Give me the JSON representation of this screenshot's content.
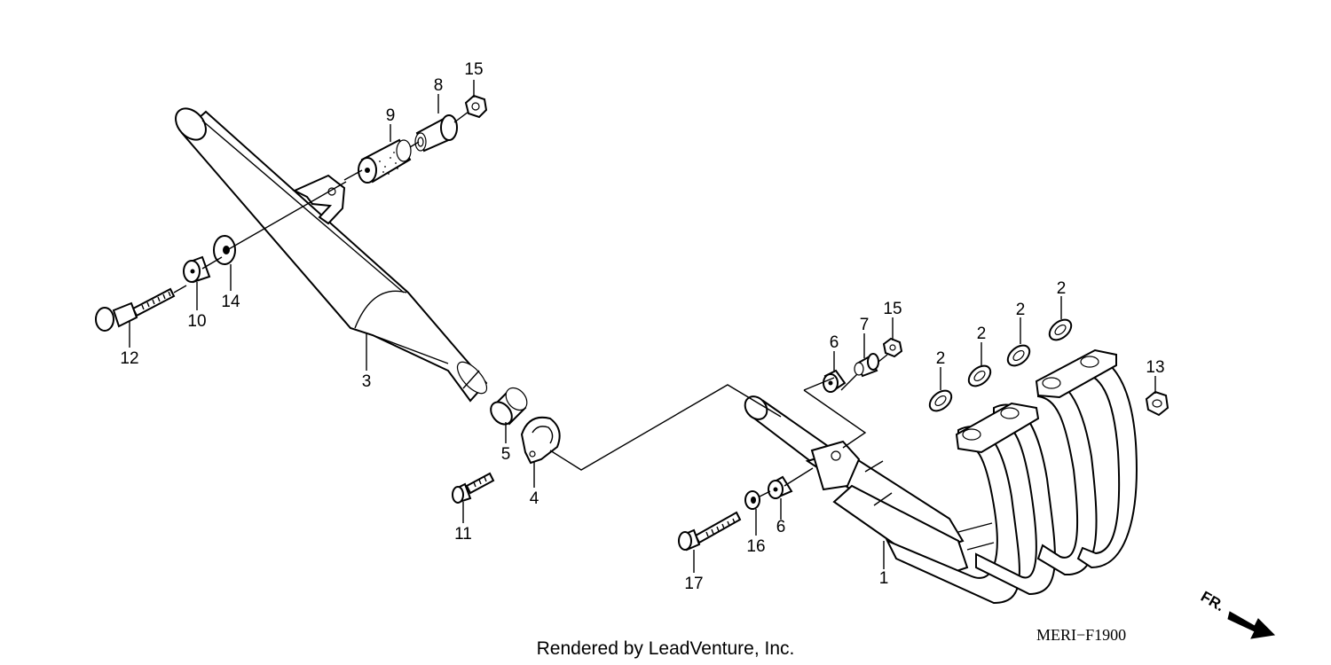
{
  "diagram": {
    "labels": [
      "1",
      "2",
      "2",
      "2",
      "2",
      "3",
      "4",
      "5",
      "6",
      "6",
      "7",
      "8",
      "9",
      "10",
      "11",
      "12",
      "13",
      "14",
      "15",
      "15",
      "16",
      "17"
    ],
    "diagram_code": "MERI−F1900",
    "footer": "Rendered by LeadVenture, Inc.",
    "front_indicator": "FR."
  }
}
